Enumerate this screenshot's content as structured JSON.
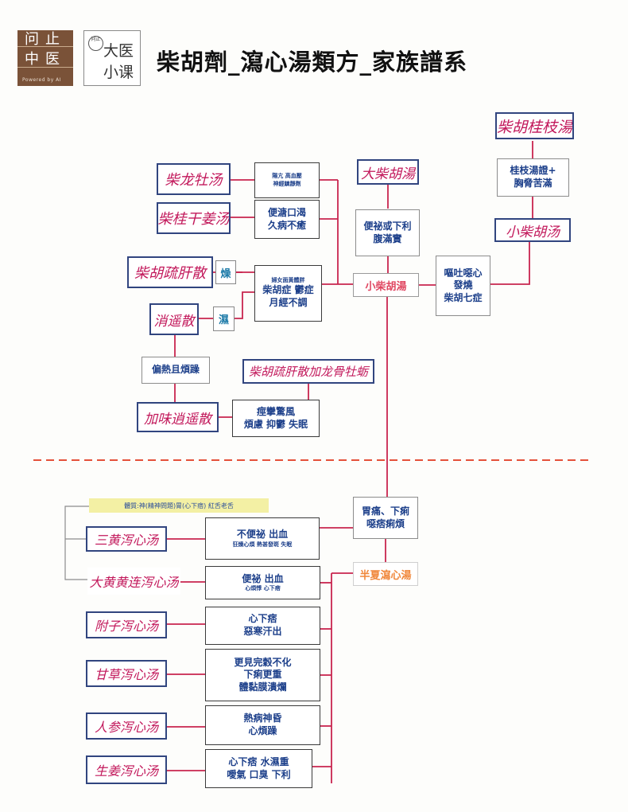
{
  "page_title": "柴胡劑_瀉心湯類方_家族譜系",
  "logo_left": {
    "line1": "问止",
    "line2": "中医",
    "powered": "Powered by AI"
  },
  "logo_right": {
    "seal": "问止",
    "line1": "大医",
    "line2": "小课"
  },
  "formulas": {
    "chaihu_guizhi": "柴胡桂枝湯",
    "da_chaihu": "大柴胡湯",
    "chailong_muli": "柴龙牡汤",
    "chaigui_ganjiang": "柴桂干姜汤",
    "chaihu_shugan": "柴胡疏肝散",
    "xiaoyao": "消遥散",
    "chaihu_shugan_longmu": "柴胡疏肝散加龙骨牡蛎",
    "jiawei_xiaoyao": "加味逍遥散",
    "xiao_chaihu_icon": "小柴胡汤",
    "xiao_chaihu": "小柴胡湯",
    "banxia_xiexin": "半夏瀉心湯",
    "sanhuang": "三黄泻心汤",
    "dahuang_huanglian": "大黄黄连泻心汤",
    "fuzi": "附子泻心汤",
    "gancao": "甘草泻心汤",
    "renshen": "人参泻心汤",
    "shengjiang": "生姜泻心汤"
  },
  "symptoms": {
    "guizhi": [
      "桂枝湯證+",
      "胸脅苦滿"
    ],
    "dachaihu": [
      "便祕或下利",
      "腹滿實"
    ],
    "xiaochaihu_right": [
      "嘔吐噁心",
      "發燒",
      "柴胡七症"
    ],
    "chailong": [
      "陽亢  高血壓",
      "神經鎮靜劑"
    ],
    "chaigui": [
      "便溏口渴",
      "久病不癒"
    ],
    "shugan_center": [
      "婦女面黃體胖",
      "柴胡症 鬱症",
      "月經不調"
    ],
    "dry": "燥",
    "wet": "濕",
    "xiaoyao_down": "偏熱且煩躁",
    "jiawei": [
      "痙攣驚風",
      "煩慮 抑鬱 失眠"
    ],
    "banxia_top": [
      "胃痛、下痢",
      "噁痞痢煩"
    ],
    "sanhuang": [
      "不便祕  出血",
      "狂燥心煩 熱甚發斑 失眠"
    ],
    "dahuang": [
      "便祕 出血",
      "心煩悸 心下痞"
    ],
    "fuzi": [
      "心下痞",
      "惡寒汗出"
    ],
    "gancao": [
      "更見完穀不化",
      "下痢更重",
      "體黏膜潰爛"
    ],
    "renshen": [
      "熱病神昏",
      "心煩躁"
    ],
    "shengjiang": [
      "心下痞 水濕重",
      "噯氣 口臭 下利"
    ]
  },
  "note": "體質:神(精神問題)胃(心下痞) 紅舌老舌",
  "colors": {
    "accent_red": "#c2185b",
    "wire": "#c8254f",
    "box_blue": "#31457f",
    "divider": "#e4513a",
    "orange_text": "#f0873a"
  }
}
